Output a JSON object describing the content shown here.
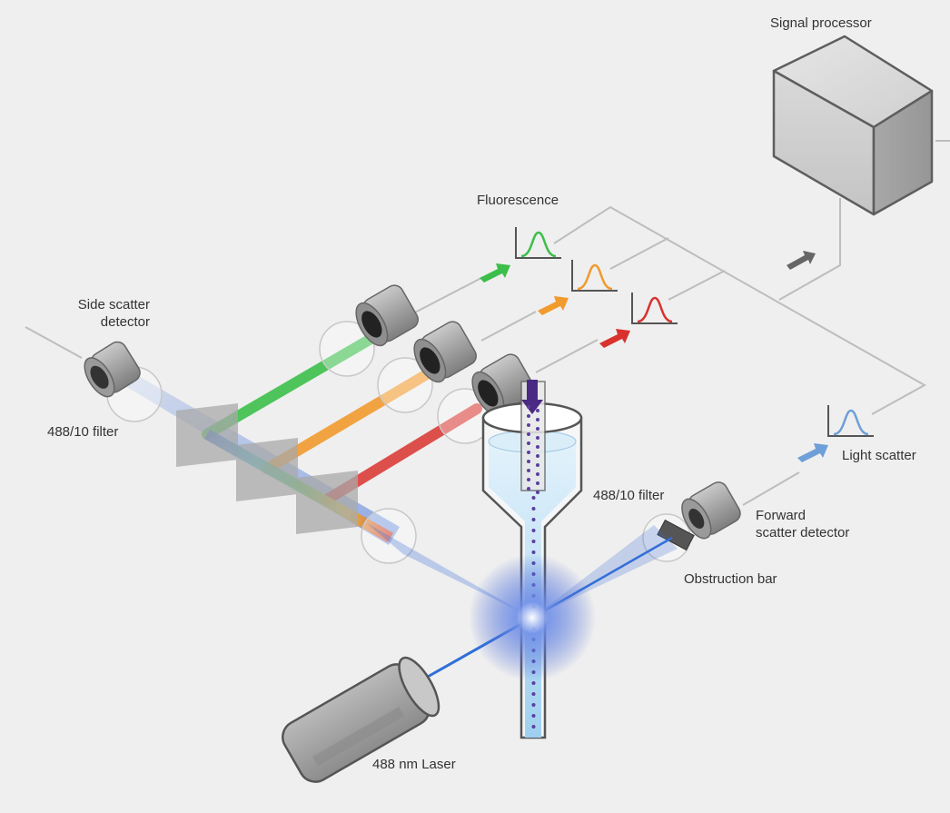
{
  "labels": {
    "signal_processor": "Signal processor",
    "fluorescence": "Fluorescence",
    "side_scatter_line1": "Side scatter",
    "side_scatter_line2": "detector",
    "filter_left": "488/10 filter",
    "filter_right": "488/10 filter",
    "light_scatter": "Light scatter",
    "forward_scatter_line1": "Forward",
    "forward_scatter_line2": "scatter detector",
    "obstruction_bar": "Obstruction bar",
    "laser": "488 nm Laser"
  },
  "colors": {
    "background": "#efefef",
    "wire": "#bdbdbd",
    "laser_beam": "#2f6fd8",
    "green": "#3cbf4a",
    "orange": "#f19a2e",
    "red": "#d8322e",
    "blue_scatter": "#6f9fd8",
    "particle": "#5b3fa0",
    "fluid": "#bfe0f5"
  }
}
